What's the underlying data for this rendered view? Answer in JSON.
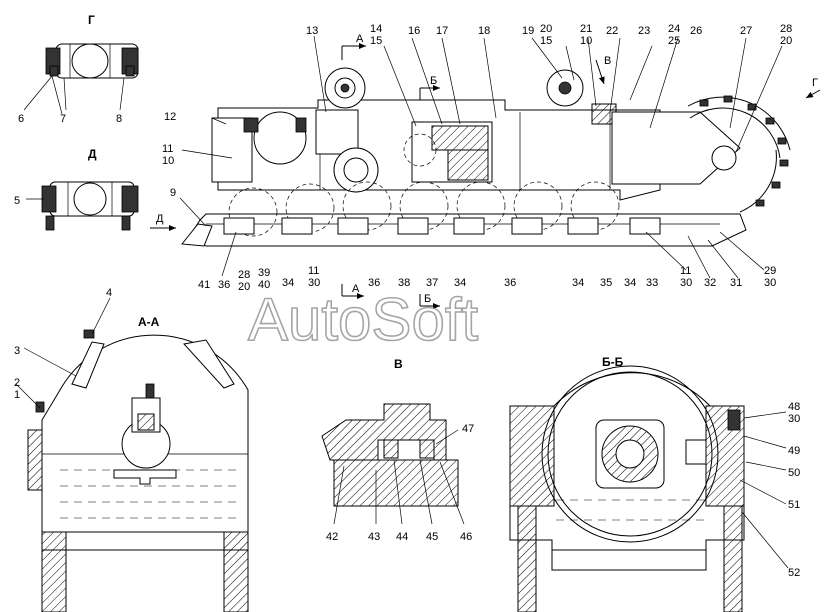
{
  "view_headers": {
    "g": "Г",
    "d": "Д",
    "aa": "А-А",
    "bb": "Б-Б",
    "v": "В"
  },
  "view_markers": {
    "a": "А",
    "b": "Б",
    "v": "В",
    "g": "Г",
    "d": "Д"
  },
  "watermark": "AutoSoft",
  "callouts": {
    "n1": "1",
    "n2": "2",
    "n3": "3",
    "n4": "4",
    "n5": "5",
    "n6": "6",
    "n7": "7",
    "n8": "8",
    "n9": "9",
    "n10": "10",
    "n11": "11",
    "n12": "12",
    "n13": "13",
    "n14": "14",
    "n15": "15",
    "n16": "16",
    "n17": "17",
    "n18": "18",
    "n19": "19",
    "n20": "20",
    "n21": "21",
    "n22": "22",
    "n23": "23",
    "n24": "24",
    "n25": "25",
    "n26": "26",
    "n27": "27",
    "n28": "28",
    "n29": "29",
    "n30": "30",
    "n31": "31",
    "n32": "32",
    "n33": "33",
    "n34": "34",
    "n35": "35",
    "n36": "36",
    "n37": "37",
    "n38": "38",
    "n39": "39",
    "n40": "40",
    "n41": "41",
    "n42": "42",
    "n43": "43",
    "n44": "44",
    "n45": "45",
    "n46": "46",
    "n47": "47",
    "n48": "48",
    "n49": "49",
    "n50": "50",
    "n51": "51",
    "n52": "52"
  }
}
